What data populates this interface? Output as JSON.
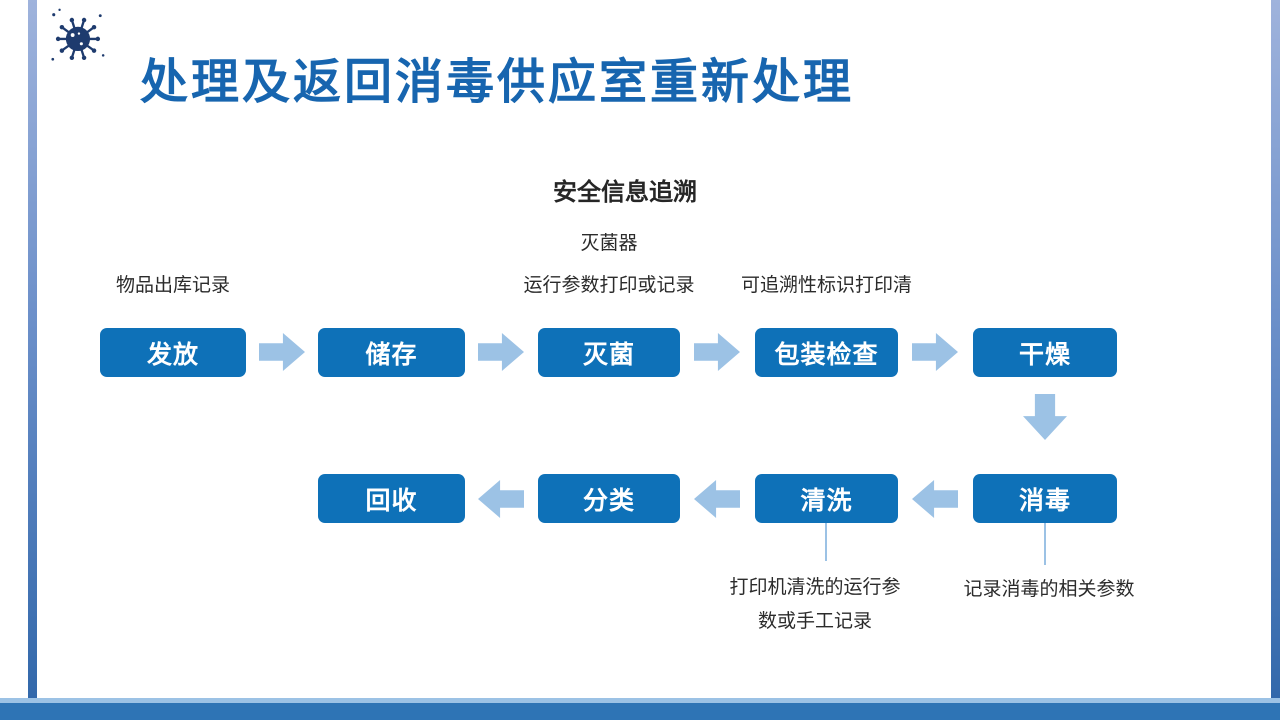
{
  "slide": {
    "title": "处理及返回消毒供应室重新处理",
    "diagram_caption": "安全信息追溯",
    "logo_icon": "virus-icon"
  },
  "flow": {
    "top_row": {
      "dispatch": "发放",
      "storage": "储存",
      "sterilization": "灭菌",
      "package_check": "包装检查",
      "drying": "干燥"
    },
    "bottom_row": {
      "recycling": "回收",
      "sorting": "分类",
      "washing": "清洗",
      "disinfection": "消毒"
    },
    "notes": {
      "above_dispatch": "物品出库记录",
      "sterilizer_line1": "灭菌器",
      "sterilizer_line2": "运行参数打印或记录",
      "above_package_check": "可追溯性标识打印清",
      "below_washing_line1": "打印机清洗的运行参",
      "below_washing_line2": "数或手工记录",
      "below_disinfection": "记录消毒的相关参数"
    }
  },
  "colors": {
    "node_fill": "#0E71B8",
    "arrow_fill": "#9CC2E5",
    "title_text": "#1765AF",
    "footer_bar": "#2E74B5",
    "footer_accent": "#9CC2E5",
    "side_stripe_top": "#9FB3DC",
    "side_stripe_bottom": "#2F66A9",
    "note_text": "#2B2B2B"
  }
}
